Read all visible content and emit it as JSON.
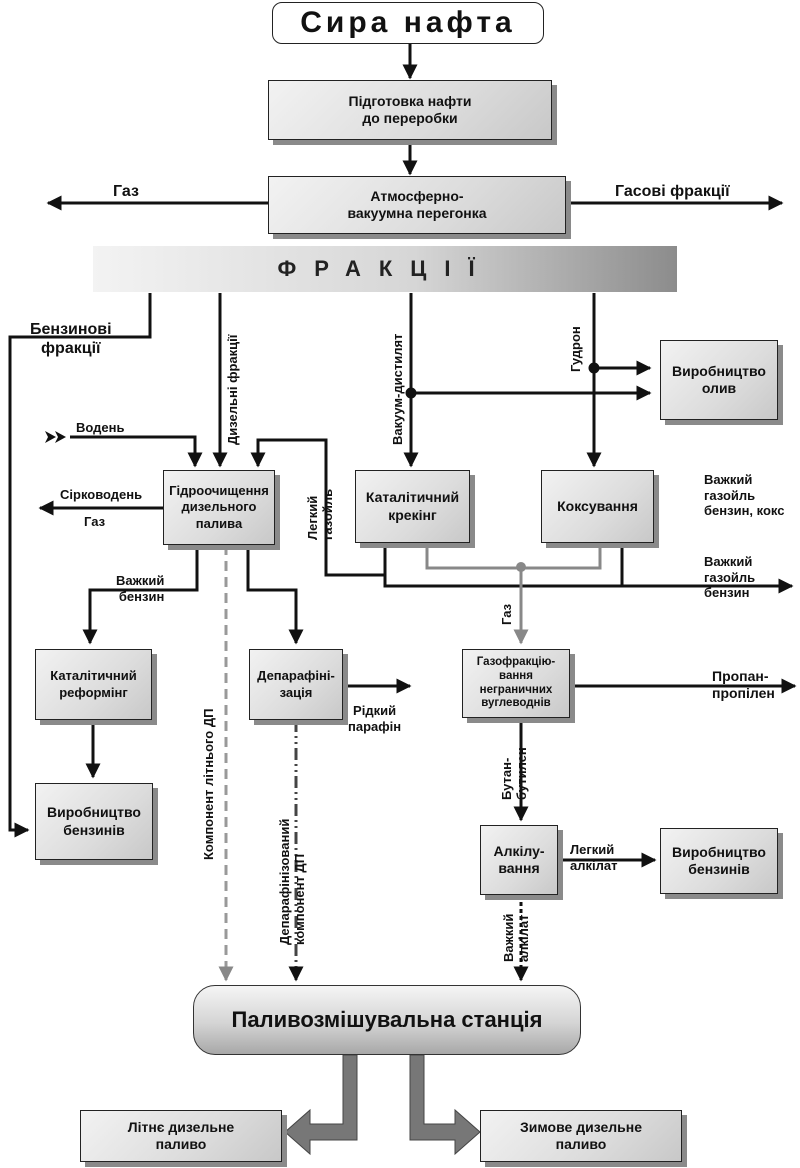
{
  "title": "Сира нафта",
  "banner": "ФРАКЦІЇ",
  "boxes": {
    "prep": "Підготовка нафти\nдо переробки",
    "atmo": "Атмосферно-\nвакуумна  перегонка",
    "oils": "Виробництво\nолив",
    "hydro": "Гідроочищення\nдизельного\nпалива",
    "cat_crack": "Каталітичний\nкрекінг",
    "coking": "Коксування",
    "reform": "Каталітичний\nреформінг",
    "dewax": "Депарафіні-\nзація",
    "gasfrac": "Газофракцію-\nвання\nнеграничних\nвуглеводнів",
    "gasoline1": "Виробництво\nбензинів",
    "alkyl": "Алкілу-\nвання",
    "gasoline2": "Виробництво\nбензинів",
    "station": "Паливозмішувальна станція",
    "summer": "Літнє дизельне\nпаливо",
    "winter": "Зимове  дизельне\nпаливо"
  },
  "labels": {
    "gas_left": "Газ",
    "gas_fractions": "Гасові  фракції",
    "gasoline_fractions": "Бензинові\nфракції",
    "diesel_fractions": "Дизельні фракції",
    "vacuum_distillate": "Вакуум-дистилят",
    "tar": "Гудрон",
    "hydrogen": "Водень",
    "h2s": "Сірководень",
    "gas_h2s": "Газ",
    "light_gasoil": "Легкий\nгазойль",
    "heavy_gasoil_coke": "Важкий\nгазойль\nбензин, кокс",
    "heavy_gasoil_2": "Важкий\nгазойль\nбензин",
    "heavy_gasoline": "Важкий\nбензин",
    "gas_mid": "Газ",
    "summer_component": "Компонент літнього  ДП",
    "dewaxed_component": "Депарафінізований\nкомпонент  ДП",
    "liquid_paraffin": "Рідкий\nпарафін",
    "propane": "Пропан-\nпропілен",
    "butane": "Бутан-\nбутилен",
    "light_alkylate": "Легкий\nалкілат",
    "heavy_alkylate": "Важкий\nалкілат"
  }
}
